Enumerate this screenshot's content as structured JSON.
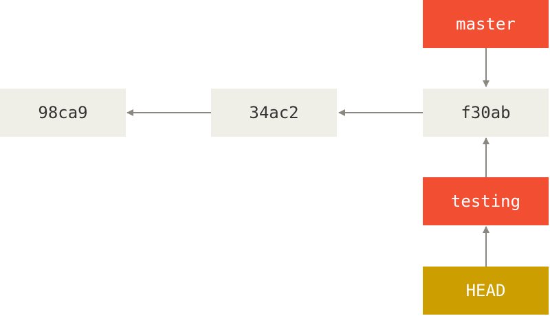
{
  "commits": [
    {
      "id": "98ca9"
    },
    {
      "id": "34ac2"
    },
    {
      "id": "f30ab"
    }
  ],
  "branches": [
    {
      "name": "master",
      "points_to": "f30ab"
    },
    {
      "name": "testing",
      "points_to": "f30ab"
    }
  ],
  "head": {
    "label": "HEAD",
    "points_to": "testing"
  },
  "colors": {
    "commit_bg": "#f0efe7",
    "commit_text": "#333333",
    "branch_bg": "#f14e32",
    "head_bg": "#cd9e00",
    "label_text": "#ffffff",
    "arrow": "#8a8780"
  }
}
